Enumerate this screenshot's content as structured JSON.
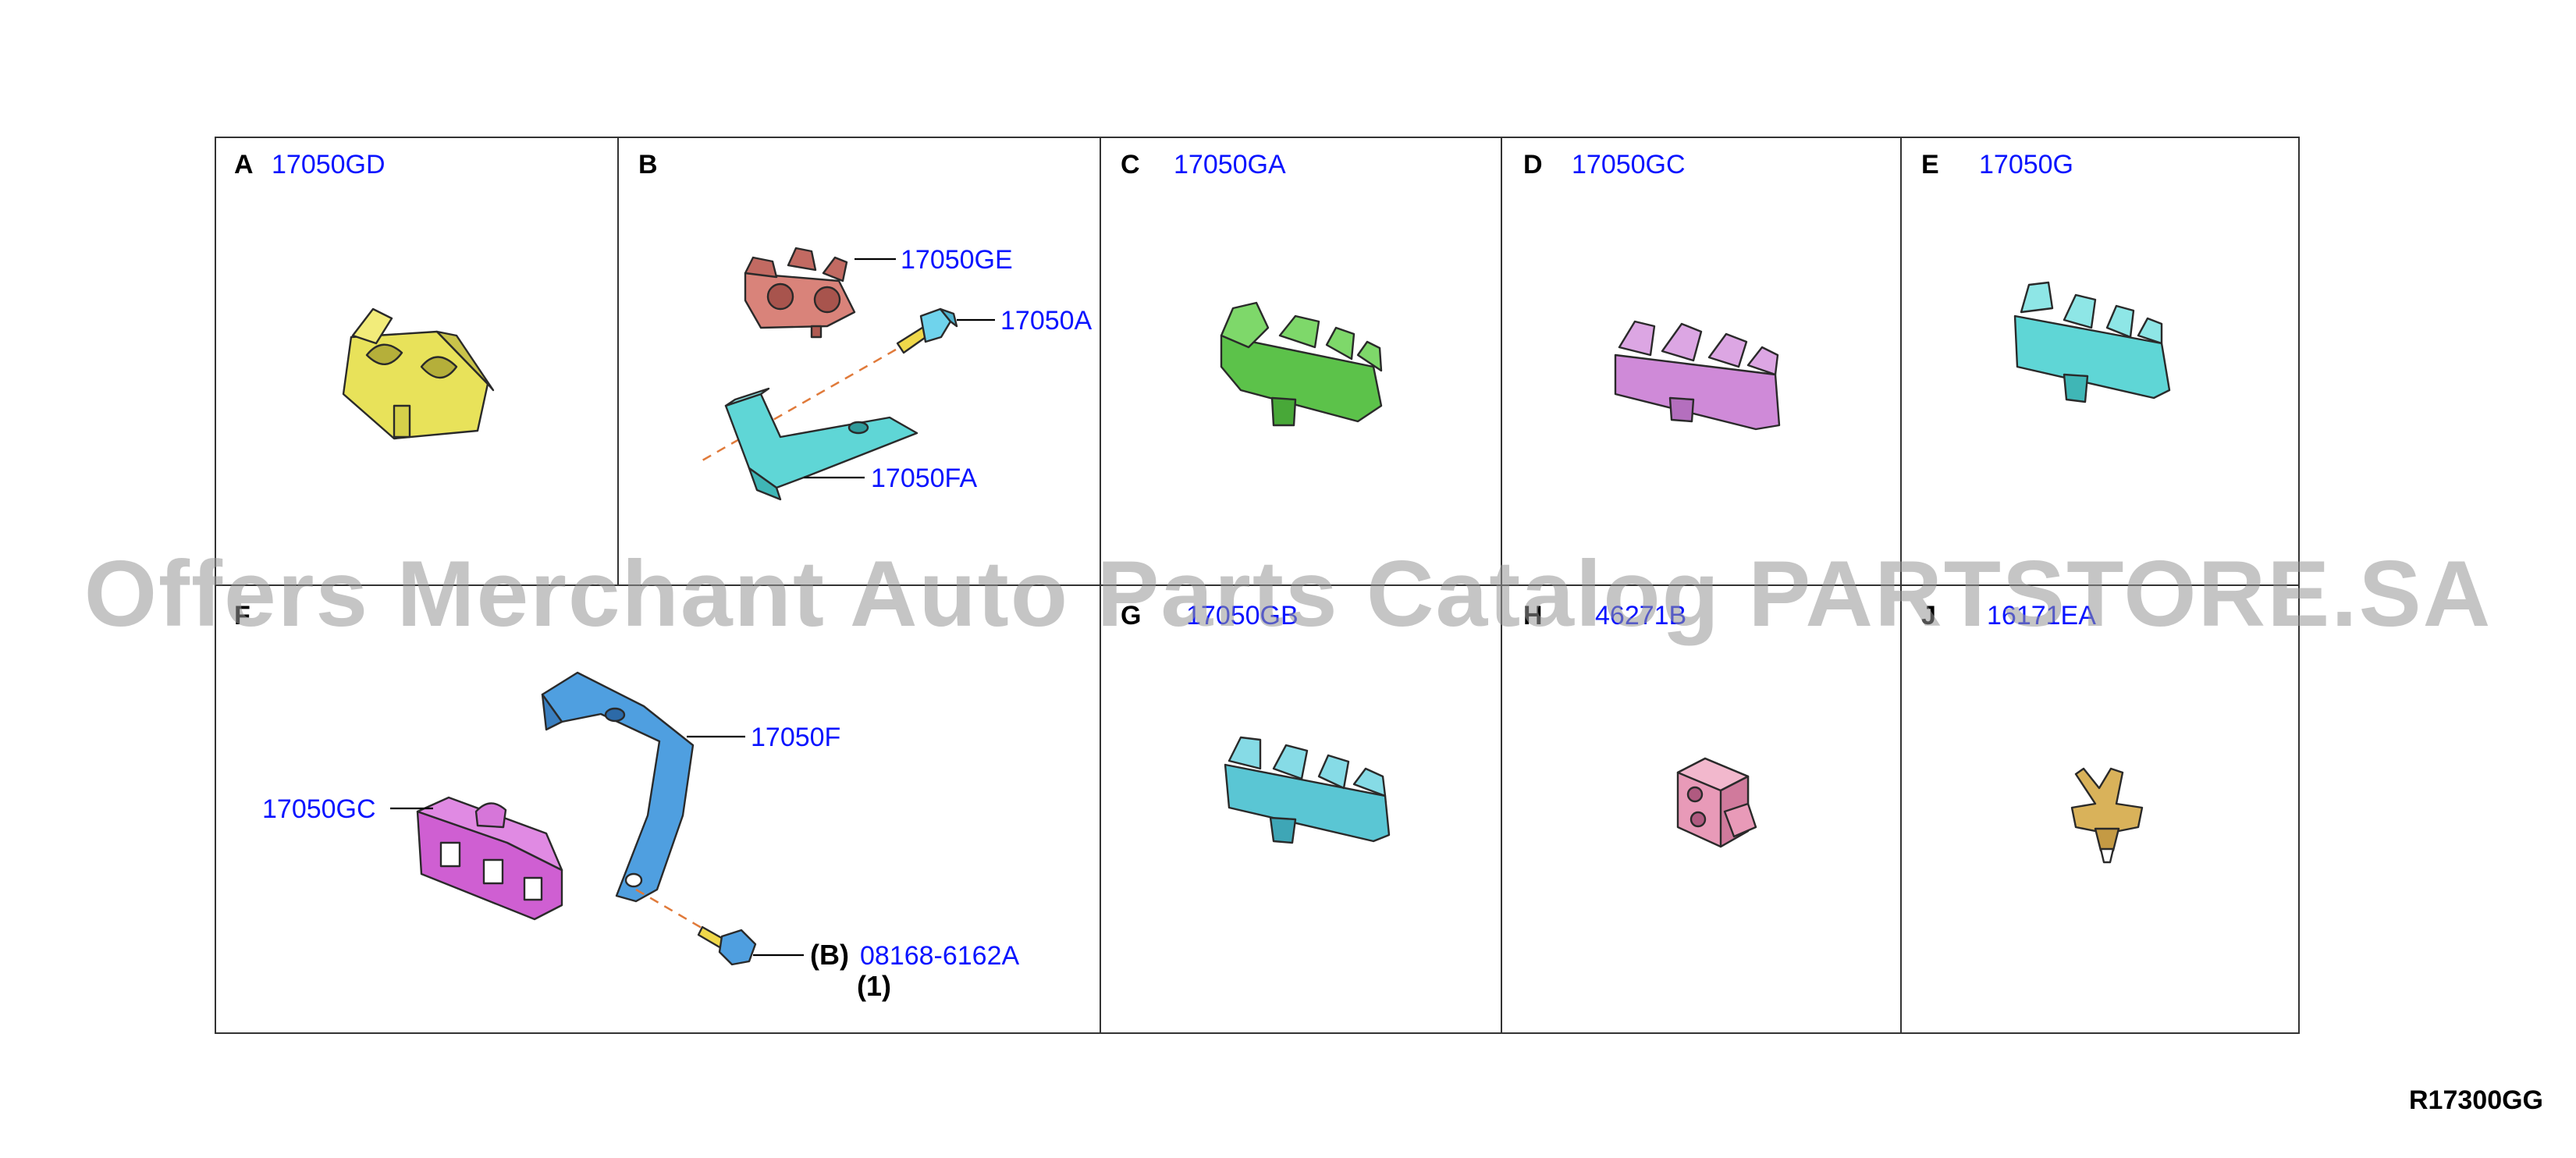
{
  "cells": {
    "A": {
      "letter": "A",
      "part": "17050GD"
    },
    "B": {
      "letter": "B",
      "parts": {
        "clip": "17050GE",
        "bolt": "17050A",
        "bracket": "17050FA"
      }
    },
    "C": {
      "letter": "C",
      "part": "17050GA"
    },
    "D": {
      "letter": "D",
      "part": "17050GC"
    },
    "E": {
      "letter": "E",
      "part": "17050G"
    },
    "F": {
      "letter": "F",
      "parts": {
        "bracket": "17050F",
        "clip": "17050GC",
        "bolt_ref": "(B)",
        "bolt": "08168-6162A",
        "bolt_qty": "(1)"
      }
    },
    "G": {
      "letter": "G",
      "part": "17050GB"
    },
    "H": {
      "letter": "H",
      "part": "46271B"
    },
    "J": {
      "letter": "J",
      "part": "16171EA"
    }
  },
  "watermark": "Offers Merchant Auto Parts Catalog PARTSTORE.SA",
  "drawing_code": "R17300GG",
  "colors": {
    "yellow_clip": "#e8e25a",
    "salmon_clip": "#d9837a",
    "cyan_part": "#5fd6d6",
    "green_clip": "#5cc24a",
    "violet_clip": "#cf8ad8",
    "blue_bracket": "#4f9fe0",
    "magenta_clip": "#cf5fd2",
    "pink_block": "#e89ab8",
    "gold_clip": "#d9b25a",
    "bolt_yellow": "#f0d84a",
    "part_number": "#0a14ff",
    "leader_dash": "#e07a3a"
  }
}
